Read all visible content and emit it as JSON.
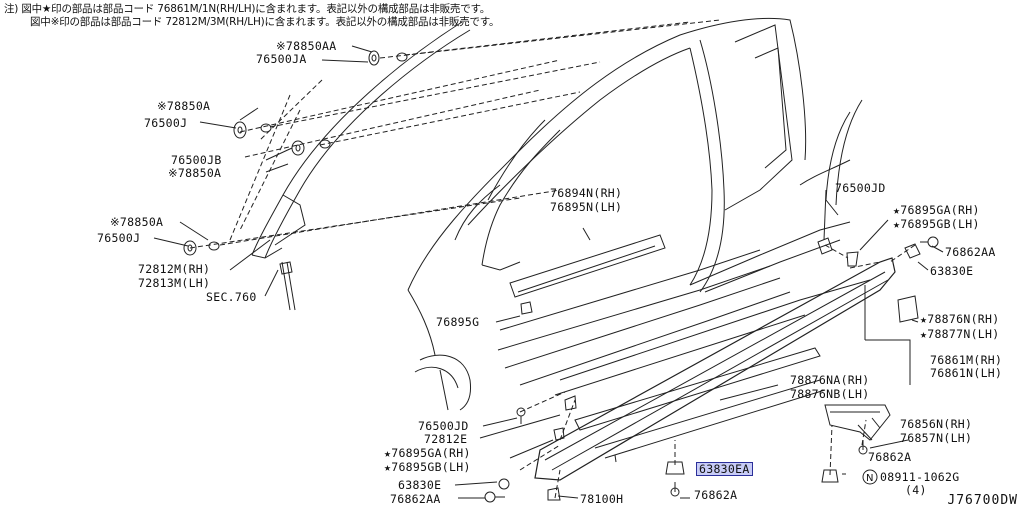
{
  "notes": {
    "line1": "注) 図中★印の部品は部品コード 76861M/1N(RH/LH)に含まれます。表記以外の構成部品は非販売です。",
    "line2": "図中※印の部品は部品コード 72812M/3M(RH/LH)に含まれます。表記以外の構成部品は非販売です。"
  },
  "labels": {
    "a78850AA": "※78850AA",
    "a76500JA": "76500JA",
    "a78850A_1": "※78850A",
    "a76500J_1": "76500J",
    "a76500JB": "76500JB",
    "a78850A_2": "※78850A",
    "a78850A_3": "※78850A",
    "a76500J_2": "76500J",
    "a72812M": "72812M(RH)",
    "a72813M": "72813M(LH)",
    "aSEC760": "SEC.760",
    "a76894N": "76894N(RH)",
    "a76895N": "76895N(LH)",
    "a76895G": "76895G",
    "a76500JD_top": "76500JD",
    "a76895GA_top": "★76895GA(RH)",
    "a76895GB_top": "★76895GB(LH)",
    "a76862AA_top": "76862AA",
    "a63830E_top": "63830E",
    "a78876N": "★78876N(RH)",
    "a78877N": "★78877N(LH)",
    "a76861M": "76861M(RH)",
    "a76861N": "76861N(LH)",
    "a78876NA": "78876NA(RH)",
    "a78876NB": "78876NB(LH)",
    "a76500JD_bot": "76500JD",
    "a72812E": "72812E",
    "a76895GA_bot": "★76895GA(RH)",
    "a76895GB_bot": "★76895GB(LH)",
    "a63830E_bot": "63830E",
    "a76862AA_bot": "76862AA",
    "a78100H": "78100H",
    "a63830EA": "63830EA",
    "a76862A_1": "76862A",
    "a76862A_2": "76862A",
    "a76856N": "76856N(RH)",
    "a76857N": "76857N(LH)",
    "a08911": "08911-1062G",
    "a08911_qty": "(4)"
  },
  "diagram_code": "J76700DW",
  "colors": {
    "line": "#222222",
    "highlight_fill": "#c8ccf6",
    "highlight_border": "#2b2f9a"
  },
  "icons": [
    "clip-icon",
    "bolt-icon",
    "screw-icon",
    "nut-n-icon"
  ]
}
